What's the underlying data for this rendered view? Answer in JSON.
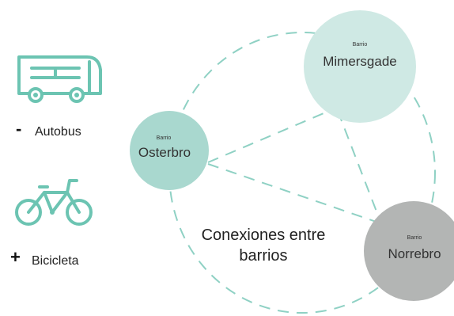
{
  "colors": {
    "teal_icon": "#6cc4b2",
    "light_teal": "#cfe9e4",
    "mid_teal": "#a9d8cf",
    "grey": "#b3b5b4",
    "connector": "#8fd1c4"
  },
  "legend": {
    "bus": {
      "icon": "bus-icon",
      "sign": "-",
      "label": "Autobus"
    },
    "bike": {
      "icon": "bicycle-icon",
      "sign": "+",
      "label": "Bicicleta"
    }
  },
  "nodes": {
    "mimersgade": {
      "small": "Barrio",
      "name": "Mimersgade"
    },
    "osterbro": {
      "small": "Barrio",
      "name": "Osterbro"
    },
    "norrebro": {
      "small": "Barrio",
      "name": "Norrebro"
    }
  },
  "caption": {
    "line1": "Conexiones entre",
    "line2": "barrios"
  }
}
